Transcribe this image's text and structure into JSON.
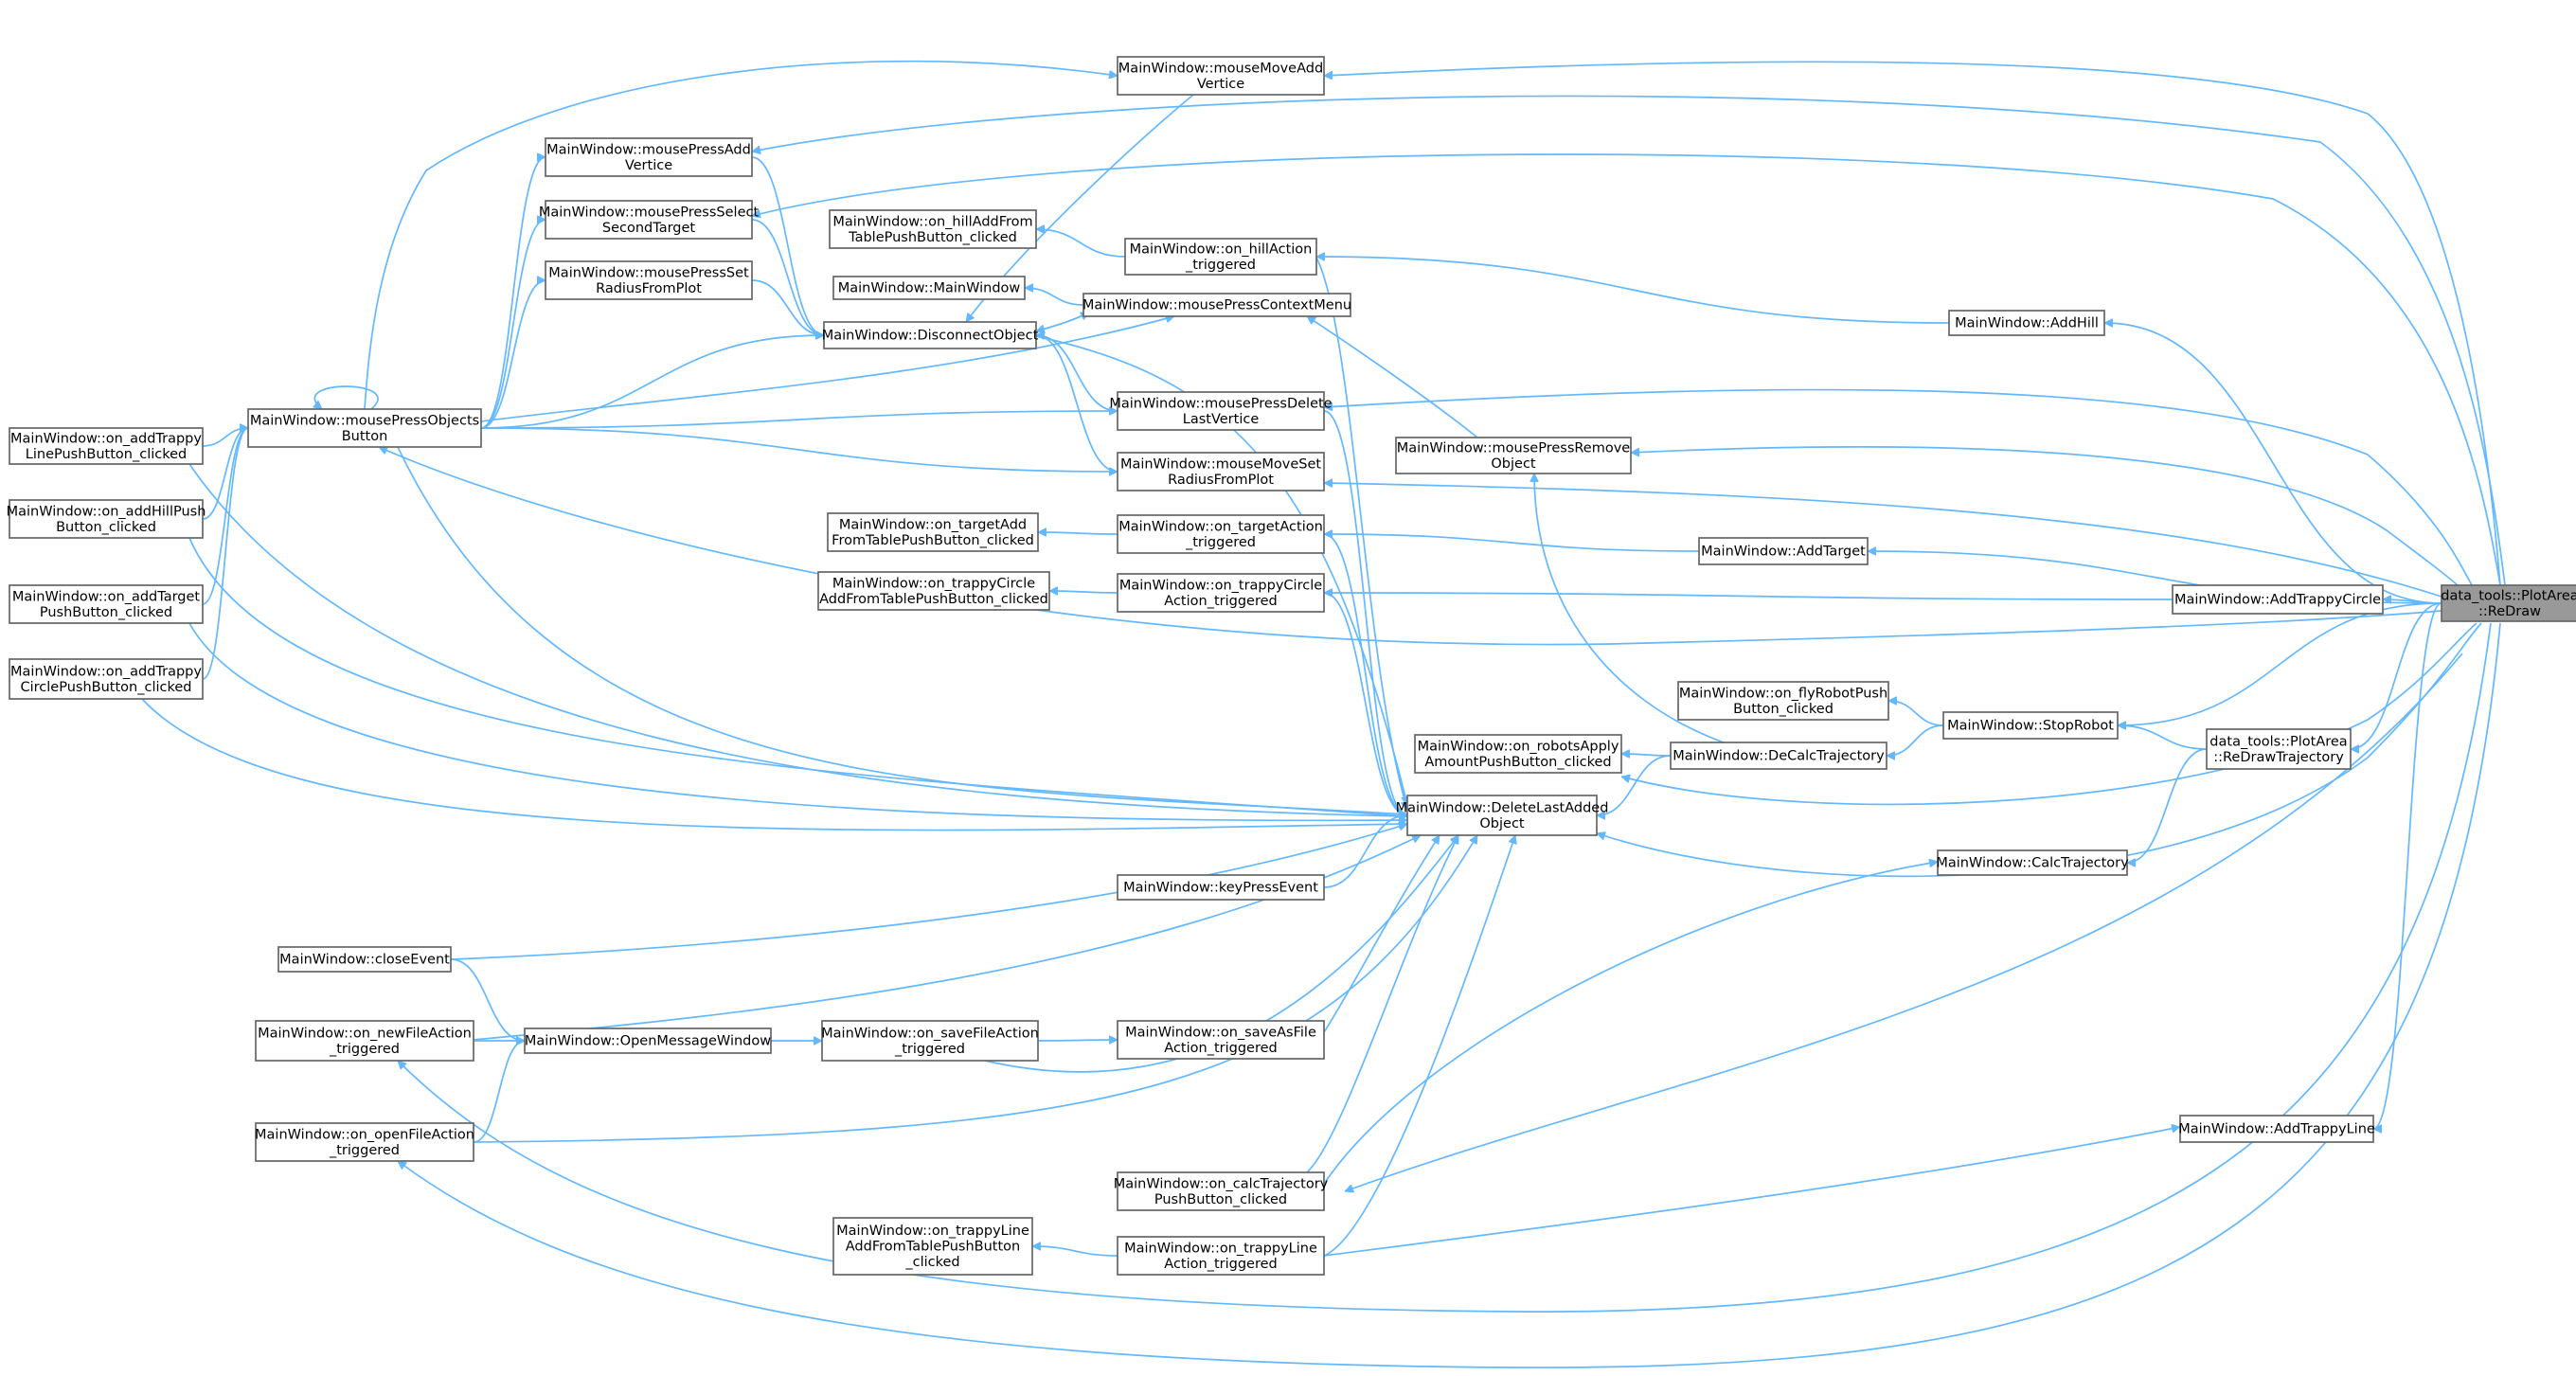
{
  "colors": {
    "edge": "#63b8ff",
    "focus_fill": "#999999",
    "node_border": "#666666"
  },
  "nodes": [
    {
      "id": "redraw",
      "lines": [
        "data_tools::PlotArea",
        "::ReDraw"
      ],
      "focus": true
    },
    {
      "id": "mouseMoveAddVertice",
      "lines": [
        "MainWindow::mouseMoveAdd",
        "Vertice"
      ]
    },
    {
      "id": "mousePressAddVertice",
      "lines": [
        "MainWindow::mousePressAdd",
        "Vertice"
      ]
    },
    {
      "id": "mousePressSelectSecondTarget",
      "lines": [
        "MainWindow::mousePressSelect",
        "SecondTarget"
      ]
    },
    {
      "id": "onHillAddFromTable",
      "lines": [
        "MainWindow::on_hillAddFrom",
        "TablePushButton_clicked"
      ]
    },
    {
      "id": "onHillAction",
      "lines": [
        "MainWindow::on_hillAction",
        "_triggered"
      ]
    },
    {
      "id": "mousePressSetRadiusFromPlot",
      "lines": [
        "MainWindow::mousePressSet",
        "RadiusFromPlot"
      ]
    },
    {
      "id": "mainWindow",
      "lines": [
        "MainWindow::MainWindow"
      ]
    },
    {
      "id": "mousePressContextMenu",
      "lines": [
        "MainWindow::mousePressContextMenu"
      ]
    },
    {
      "id": "addHill",
      "lines": [
        "MainWindow::AddHill"
      ]
    },
    {
      "id": "disconnectObject",
      "lines": [
        "MainWindow::DisconnectObject"
      ]
    },
    {
      "id": "mousePressObjectsButton",
      "lines": [
        "MainWindow::mousePressObjects",
        "Button"
      ]
    },
    {
      "id": "mousePressDeleteLastVertice",
      "lines": [
        "MainWindow::mousePressDelete",
        "LastVertice"
      ]
    },
    {
      "id": "onAddTrappyLine",
      "lines": [
        "MainWindow::on_addTrappy",
        "LinePushButton_clicked"
      ]
    },
    {
      "id": "mousePressRemoveObject",
      "lines": [
        "MainWindow::mousePressRemove",
        "Object"
      ]
    },
    {
      "id": "mouseMoveSetRadiusFromPlot",
      "lines": [
        "MainWindow::mouseMoveSet",
        "RadiusFromPlot"
      ]
    },
    {
      "id": "onAddHill",
      "lines": [
        "MainWindow::on_addHillPush",
        "Button_clicked"
      ]
    },
    {
      "id": "onTargetAddFromTable",
      "lines": [
        "MainWindow::on_targetAdd",
        "FromTablePushButton_clicked"
      ]
    },
    {
      "id": "onTargetAction",
      "lines": [
        "MainWindow::on_targetAction",
        "_triggered"
      ]
    },
    {
      "id": "addTarget",
      "lines": [
        "MainWindow::AddTarget"
      ]
    },
    {
      "id": "onAddTarget",
      "lines": [
        "MainWindow::on_addTarget",
        "PushButton_clicked"
      ]
    },
    {
      "id": "onTrappyCircleAddFromTable",
      "lines": [
        "MainWindow::on_trappyCircle",
        "AddFromTablePushButton_clicked"
      ]
    },
    {
      "id": "onTrappyCircleAction",
      "lines": [
        "MainWindow::on_trappyCircle",
        "Action_triggered"
      ]
    },
    {
      "id": "addTrappyCircle",
      "lines": [
        "MainWindow::AddTrappyCircle"
      ]
    },
    {
      "id": "onAddTrappyCircle",
      "lines": [
        "MainWindow::on_addTrappy",
        "CirclePushButton_clicked"
      ]
    },
    {
      "id": "onFlyRobot",
      "lines": [
        "MainWindow::on_flyRobotPush",
        "Button_clicked"
      ]
    },
    {
      "id": "stopRobot",
      "lines": [
        "MainWindow::StopRobot"
      ]
    },
    {
      "id": "onRobotsApply",
      "lines": [
        "MainWindow::on_robotsApply",
        "AmountPushButton_clicked"
      ]
    },
    {
      "id": "deCalcTrajectory",
      "lines": [
        "MainWindow::DeCalcTrajectory"
      ]
    },
    {
      "id": "reDrawTrajectory",
      "lines": [
        "data_tools::PlotArea",
        "::ReDrawTrajectory"
      ]
    },
    {
      "id": "deleteLastAddedObject",
      "lines": [
        "MainWindow::DeleteLastAdded",
        "Object"
      ]
    },
    {
      "id": "calcTrajectory",
      "lines": [
        "MainWindow::CalcTrajectory"
      ]
    },
    {
      "id": "keyPressEvent",
      "lines": [
        "MainWindow::keyPressEvent"
      ]
    },
    {
      "id": "closeEvent",
      "lines": [
        "MainWindow::closeEvent"
      ]
    },
    {
      "id": "onNewFileAction",
      "lines": [
        "MainWindow::on_newFileAction",
        "_triggered"
      ]
    },
    {
      "id": "openMessageWindow",
      "lines": [
        "MainWindow::OpenMessageWindow"
      ]
    },
    {
      "id": "onSaveFileAction",
      "lines": [
        "MainWindow::on_saveFileAction",
        "_triggered"
      ]
    },
    {
      "id": "onSaveAsFileAction",
      "lines": [
        "MainWindow::on_saveAsFile",
        "Action_triggered"
      ]
    },
    {
      "id": "onOpenFileAction",
      "lines": [
        "MainWindow::on_openFileAction",
        "_triggered"
      ]
    },
    {
      "id": "addTrappyLine",
      "lines": [
        "MainWindow::AddTrappyLine"
      ]
    },
    {
      "id": "onCalcTrajectory",
      "lines": [
        "MainWindow::on_calcTrajectory",
        "PushButton_clicked"
      ]
    },
    {
      "id": "onTrappyLineAddFromTable",
      "lines": [
        "MainWindow::on_trappyLine",
        "AddFromTablePushButton",
        "_clicked"
      ]
    },
    {
      "id": "onTrappyLineAction",
      "lines": [
        "MainWindow::on_trappyLine",
        "Action_triggered"
      ]
    }
  ],
  "edges": [
    [
      "mouseMoveAddVertice",
      "redraw"
    ],
    [
      "mousePressAddVertice",
      "redraw"
    ],
    [
      "mousePressSelectSecondTarget",
      "redraw"
    ],
    [
      "addHill",
      "redraw"
    ],
    [
      "mousePressDeleteLastVertice",
      "redraw"
    ],
    [
      "mousePressRemoveObject",
      "redraw"
    ],
    [
      "mouseMoveSetRadiusFromPlot",
      "redraw"
    ],
    [
      "addTarget",
      "redraw"
    ],
    [
      "addTrappyCircle",
      "redraw"
    ],
    [
      "stopRobot",
      "redraw"
    ],
    [
      "reDrawTrajectory",
      "redraw"
    ],
    [
      "deleteLastAddedObject",
      "redraw"
    ],
    [
      "addTrappyLine",
      "redraw"
    ],
    [
      "mousePressObjectsButton",
      "redraw"
    ],
    [
      "onRobotsApply",
      "redraw"
    ],
    [
      "onCalcTrajectory",
      "redraw"
    ],
    [
      "onNewFileAction",
      "redraw"
    ],
    [
      "onOpenFileAction",
      "redraw"
    ],
    [
      "onHillAddFromTable",
      "onHillAction"
    ],
    [
      "onHillAction",
      "addHill"
    ],
    [
      "mainWindow",
      "mousePressContextMenu"
    ],
    [
      "mousePressContextMenu",
      "mousePressRemoveObject"
    ],
    [
      "mousePressContextMenu",
      "disconnectObject"
    ],
    [
      "disconnectObject",
      "mousePressContextMenu"
    ],
    [
      "disconnectObject",
      "mouseMoveAddVertice"
    ],
    [
      "disconnectObject",
      "mousePressAddVertice"
    ],
    [
      "disconnectObject",
      "mousePressSelectSecondTarget"
    ],
    [
      "disconnectObject",
      "mousePressSetRadiusFromPlot"
    ],
    [
      "disconnectObject",
      "mousePressObjectsButton"
    ],
    [
      "disconnectObject",
      "mousePressDeleteLastVertice"
    ],
    [
      "disconnectObject",
      "mouseMoveSetRadiusFromPlot"
    ],
    [
      "mousePressAddVertice",
      "mousePressObjectsButton"
    ],
    [
      "mousePressSelectSecondTarget",
      "mousePressObjectsButton"
    ],
    [
      "mousePressSetRadiusFromPlot",
      "mousePressObjectsButton"
    ],
    [
      "mousePressContextMenu",
      "mousePressObjectsButton"
    ],
    [
      "mousePressDeleteLastVertice",
      "mousePressObjectsButton"
    ],
    [
      "mouseMoveSetRadiusFromPlot",
      "mousePressObjectsButton"
    ],
    [
      "mouseMoveAddVertice",
      "mousePressObjectsButton"
    ],
    [
      "mousePressObjectsButton",
      "mousePressObjectsButton"
    ],
    [
      "mousePressObjectsButton",
      "onAddTrappyLine"
    ],
    [
      "mousePressObjectsButton",
      "onAddHill"
    ],
    [
      "mousePressObjectsButton",
      "onAddTarget"
    ],
    [
      "mousePressObjectsButton",
      "onAddTrappyCircle"
    ],
    [
      "onTargetAddFromTable",
      "onTargetAction"
    ],
    [
      "onTargetAction",
      "addTarget"
    ],
    [
      "onTrappyCircleAddFromTable",
      "onTrappyCircleAction"
    ],
    [
      "onTrappyCircleAction",
      "addTrappyCircle"
    ],
    [
      "onFlyRobot",
      "stopRobot"
    ],
    [
      "deCalcTrajectory",
      "stopRobot"
    ],
    [
      "onRobotsApply",
      "deCalcTrajectory"
    ],
    [
      "mousePressRemoveObject",
      "deCalcTrajectory"
    ],
    [
      "deleteLastAddedObject",
      "deCalcTrajectory"
    ],
    [
      "stopRobot",
      "reDrawTrajectory"
    ],
    [
      "calcTrajectory",
      "reDrawTrajectory"
    ],
    [
      "deleteLastAddedObject",
      "mousePressDeleteLastVertice"
    ],
    [
      "deleteLastAddedObject",
      "onHillAction"
    ],
    [
      "deleteLastAddedObject",
      "onTargetAction"
    ],
    [
      "deleteLastAddedObject",
      "onTrappyCircleAction"
    ],
    [
      "deleteLastAddedObject",
      "disconnectObject"
    ],
    [
      "deleteLastAddedObject",
      "mousePressObjectsButton"
    ],
    [
      "deleteLastAddedObject",
      "onAddTrappyLine"
    ],
    [
      "deleteLastAddedObject",
      "onAddHill"
    ],
    [
      "deleteLastAddedObject",
      "onAddTarget"
    ],
    [
      "deleteLastAddedObject",
      "onAddTrappyCircle"
    ],
    [
      "deleteLastAddedObject",
      "keyPressEvent"
    ],
    [
      "deleteLastAddedObject",
      "closeEvent"
    ],
    [
      "deleteLastAddedObject",
      "onNewFileAction"
    ],
    [
      "deleteLastAddedObject",
      "onSaveAsFileAction"
    ],
    [
      "deleteLastAddedObject",
      "onSaveFileAction"
    ],
    [
      "deleteLastAddedObject",
      "onOpenFileAction"
    ],
    [
      "deleteLastAddedObject",
      "onCalcTrajectory"
    ],
    [
      "deleteLastAddedObject",
      "onTrappyLineAction"
    ],
    [
      "calcTrajectory",
      "onCalcTrajectory"
    ],
    [
      "openMessageWindow",
      "closeEvent"
    ],
    [
      "openMessageWindow",
      "onNewFileAction"
    ],
    [
      "openMessageWindow",
      "onOpenFileAction"
    ],
    [
      "onSaveFileAction",
      "openMessageWindow"
    ],
    [
      "onSaveAsFileAction",
      "onSaveFileAction"
    ],
    [
      "addTrappyLine",
      "onTrappyLineAction"
    ],
    [
      "onTrappyLineAddFromTable",
      "onTrappyLineAction"
    ]
  ]
}
